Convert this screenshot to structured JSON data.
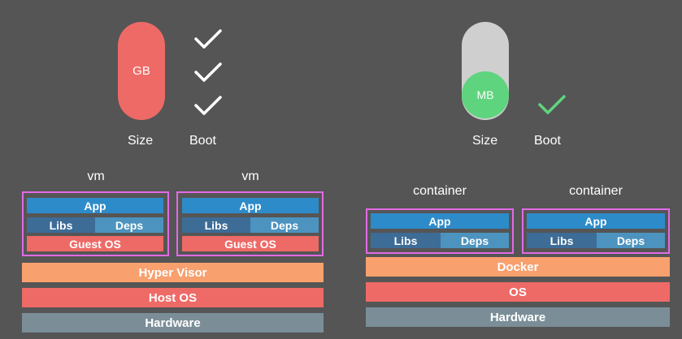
{
  "left_panel": {
    "pill_label": "GB",
    "size_label": "Size",
    "boot_label": "Boot"
  },
  "right_panel": {
    "pill_label": "MB",
    "size_label": "Size",
    "boot_label": "Boot"
  },
  "vm_stack": {
    "groups": [
      {
        "label": "vm",
        "app": "App",
        "libs": "Libs",
        "deps": "Deps",
        "guest_os": "Guest OS"
      },
      {
        "label": "vm",
        "app": "App",
        "libs": "Libs",
        "deps": "Deps",
        "guest_os": "Guest OS"
      }
    ],
    "hypervisor": "Hyper Visor",
    "host_os": "Host OS",
    "hardware": "Hardware"
  },
  "container_stack": {
    "groups": [
      {
        "label": "container",
        "app": "App",
        "libs": "Libs",
        "deps": "Deps"
      },
      {
        "label": "container",
        "app": "App",
        "libs": "Libs",
        "deps": "Deps"
      }
    ],
    "docker": "Docker",
    "os": "OS",
    "hardware": "Hardware"
  },
  "colors": {
    "background": "#555555",
    "red": "#ee6a66",
    "green": "#5fd47e",
    "frame": "#e26ae6",
    "app": "#2d8bc9",
    "orange": "#f8a06e",
    "gray": "#7b8e98"
  }
}
